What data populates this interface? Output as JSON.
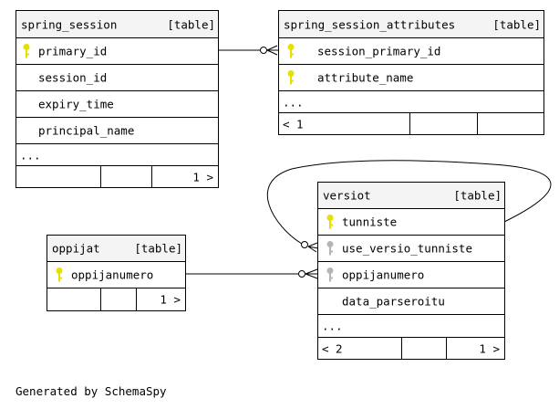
{
  "tables": {
    "spring_session": {
      "name": "spring_session",
      "tag": "[table]",
      "columns": [
        "primary_id",
        "session_id",
        "expiry_time",
        "principal_name"
      ],
      "more": "...",
      "nav": [
        "",
        "",
        "1 >"
      ]
    },
    "spring_session_attributes": {
      "name": "spring_session_attributes",
      "tag": "[table]",
      "columns": [
        "session_primary_id",
        "attribute_name"
      ],
      "more": "...",
      "nav": [
        "< 1",
        "",
        ""
      ]
    },
    "versiot": {
      "name": "versiot",
      "tag": "[table]",
      "columns": [
        "tunniste",
        "use_versio_tunniste",
        "oppijanumero",
        "data_parseroitu"
      ],
      "more": "...",
      "nav": [
        "< 2",
        "",
        "1 >"
      ]
    },
    "oppijat": {
      "name": "oppijat",
      "tag": "[table]",
      "columns": [
        "oppijanumero"
      ],
      "nav": [
        "",
        "",
        "1 >"
      ]
    }
  },
  "colors": {
    "primary_key": "#e5e000",
    "foreign_key": "#b5b5b5",
    "header_bg": "#f4f4f4"
  },
  "footer": "Generated by SchemaSpy"
}
